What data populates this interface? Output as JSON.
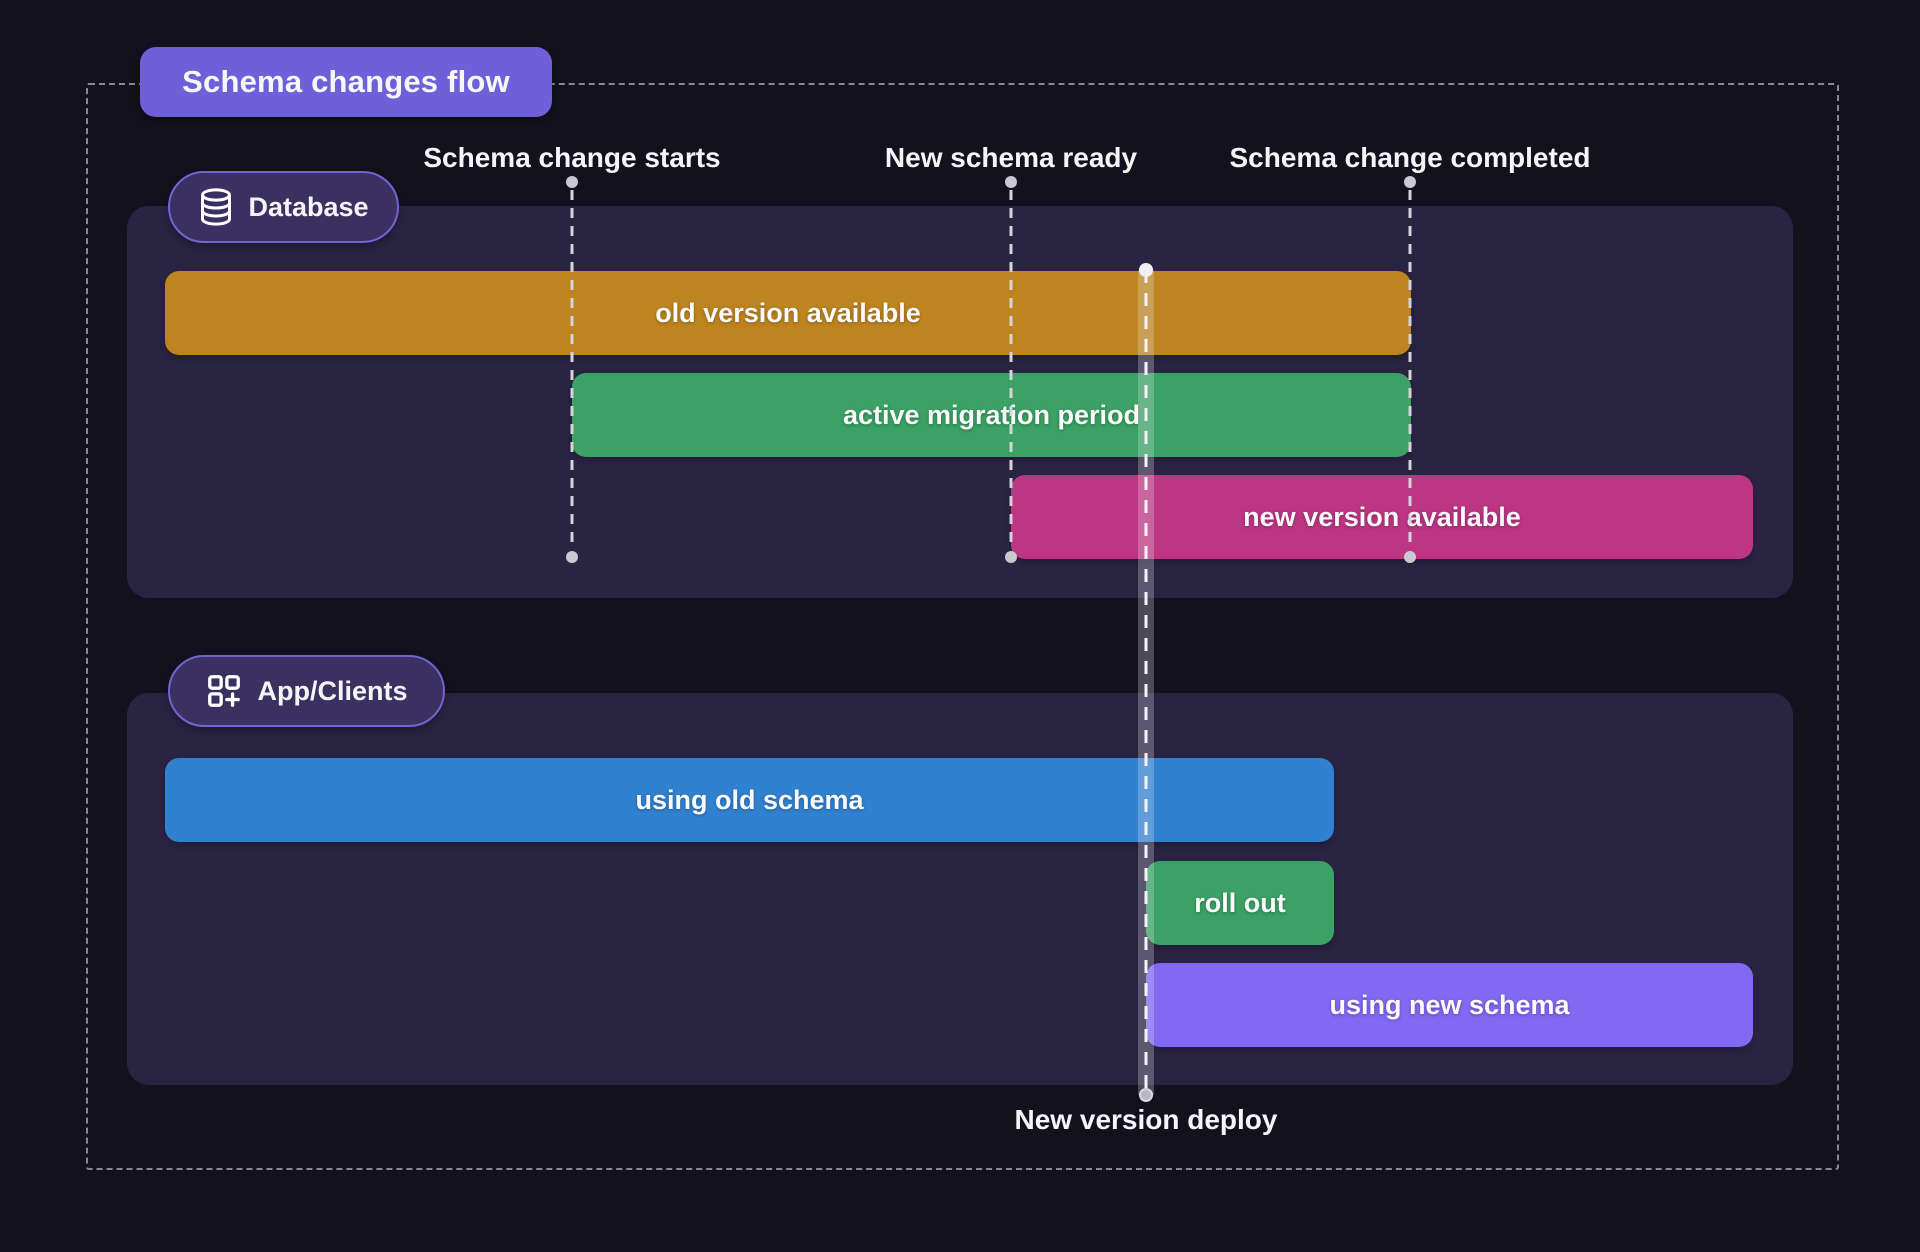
{
  "title": "Schema changes flow",
  "timeline": {
    "milestones": [
      {
        "id": "start",
        "label": "Schema change starts"
      },
      {
        "id": "ready",
        "label": "New schema ready"
      },
      {
        "id": "completed",
        "label": "Schema change completed"
      }
    ],
    "deploy": {
      "label": "New version deploy"
    }
  },
  "lanes": [
    {
      "name": "Database",
      "icon": "database-icon",
      "bars": [
        {
          "label": "old version available",
          "color": "#bd841f",
          "from": "timeline start",
          "to": "Schema change completed"
        },
        {
          "label": "active migration period",
          "color": "#3ba164",
          "from": "Schema change starts",
          "to": "Schema change completed"
        },
        {
          "label": "new version available",
          "color": "#bd3583",
          "from": "New schema ready",
          "to": "timeline end"
        }
      ]
    },
    {
      "name": "App/Clients",
      "icon": "apps-plus-icon",
      "bars": [
        {
          "label": "using old schema",
          "color": "#3081cf",
          "from": "timeline start",
          "to": "after New version deploy"
        },
        {
          "label": "roll out",
          "color": "#3ba164",
          "from": "New version deploy",
          "to": "after New version deploy"
        },
        {
          "label": "using new schema",
          "color": "#8169f2",
          "from": "New version deploy",
          "to": "timeline end"
        }
      ]
    }
  ],
  "colors": {
    "page_background": "#14111f",
    "lane_background": "#2a2443",
    "accent_purple": "#6f5fd8",
    "badge_fill": "#3a3160",
    "badge_border": "#7265d2",
    "orange": "#bd841f",
    "green": "#3ba164",
    "pink": "#bd3583",
    "blue": "#3081cf",
    "violet": "#8169f2",
    "dashed_line": "#d4d4dc",
    "frame_dash": "#8a8794"
  }
}
